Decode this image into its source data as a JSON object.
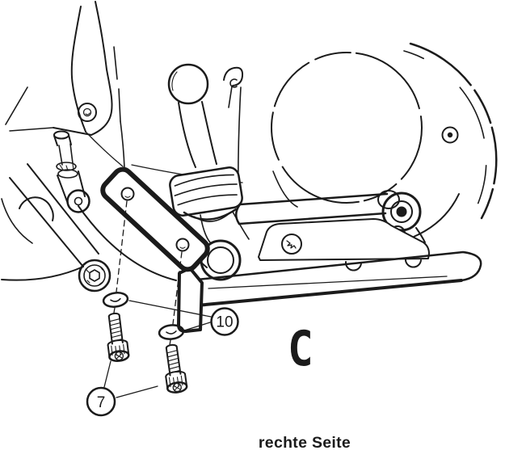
{
  "diagram": {
    "type": "technical-illustration",
    "caption": "rechte Seite",
    "part_letter": "C",
    "callouts": [
      {
        "label": "10"
      },
      {
        "label": "7"
      }
    ],
    "ink_color": "#1b1b1b",
    "background_color": "#ffffff"
  }
}
